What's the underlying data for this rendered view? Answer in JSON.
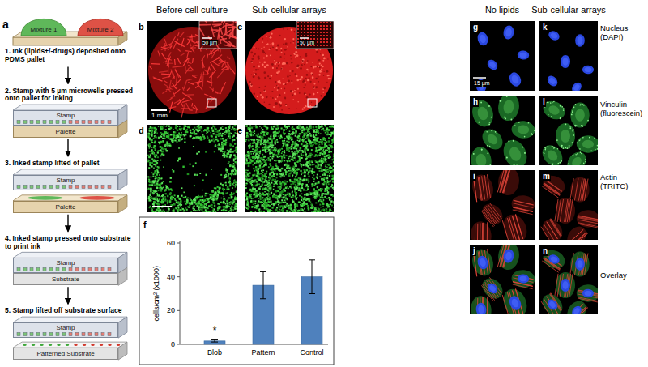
{
  "diagram": {
    "nodes": [
      {
        "text": [
          "Mixture 1"
        ]
      },
      {
        "text": [
          "Mixture 2"
        ]
      },
      {
        "text": [
          "Stamp"
        ]
      },
      {
        "text": [
          "Palette"
        ]
      },
      {
        "text": [
          "Stamp"
        ]
      },
      {
        "text": [
          "Palette"
        ]
      },
      {
        "text": [
          "Stamp"
        ]
      },
      {
        "text": [
          "Substrate"
        ]
      },
      {
        "text": [
          "Stamp"
        ]
      },
      {
        "text": [
          "Patterned Substrate"
        ]
      }
    ],
    "labels": [
      "a",
      "1. Ink (lipids+/-drugs) deposited onto PDMS pallet",
      "2. Stamp with 5 µm microwells pressed onto pallet for inking",
      "3. Inked stamp lifted of pallet",
      "4. Inked stamp pressed onto substrate to print ink",
      "5. Stamp lifted off substrate surface",
      "Before cell culture",
      "Sub-cellular arrays",
      "b",
      "1 mm",
      "50 µm",
      "c",
      "50 µm",
      "d",
      "e",
      "f",
      "cells/cm² (x1000)",
      "0",
      "20",
      "40",
      "60",
      "Blob",
      "Pattern",
      "Control",
      "*",
      "No lipids",
      "Sub-cellular arrays",
      "g",
      "15 µm",
      "h",
      "i",
      "j",
      "k",
      "l",
      "m",
      "n",
      "Nucleus (DAPI)",
      "Vinculin (fluorescein)",
      "Actin (TRITC)",
      "Overlay"
    ]
  }
}
